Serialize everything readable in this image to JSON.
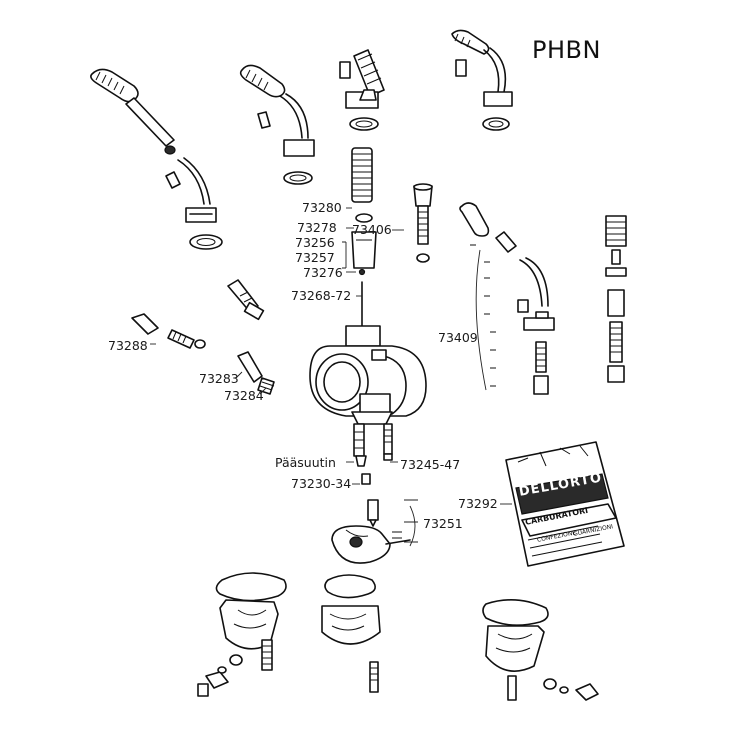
{
  "title": "PHBN",
  "labels": {
    "p73280": "73280",
    "p73278": "73278",
    "p73406": "73406",
    "p73256": "73256",
    "p73257": "73257",
    "p73276": "73276",
    "p73268": "73268-72",
    "p73409": "73409",
    "p73288": "73288",
    "p73283": "73283",
    "p73284": "73284",
    "paasuutin": "Pääsuutin",
    "p73245": "73245-47",
    "p73230": "73230-34",
    "p73292": "73292",
    "p73251": "73251"
  },
  "packet": {
    "brand": "DELLORTO",
    "line1": "CARBURATORI",
    "line2": "CONFEZIONE",
    "line3": "GUARNIZIONI"
  }
}
